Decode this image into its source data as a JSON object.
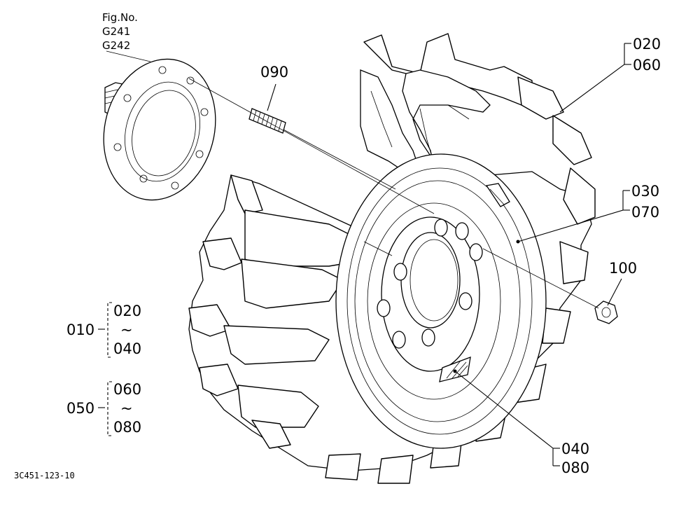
{
  "figure": {
    "ref_label": "Fig.No.",
    "ref_numbers": [
      "G241",
      "G242"
    ],
    "drawing_code": "3C451-123-10"
  },
  "callouts": {
    "stud": "090",
    "tire_top": "020",
    "tire_bottom": "060",
    "rim_top": "030",
    "rim_bottom": "070",
    "nut": "100",
    "label_top": "040",
    "label_bottom": "080"
  },
  "sets": [
    {
      "parent": "010",
      "from": "020",
      "tilde": "~",
      "to": "040"
    },
    {
      "parent": "050",
      "from": "060",
      "tilde": "~",
      "to": "080"
    }
  ]
}
